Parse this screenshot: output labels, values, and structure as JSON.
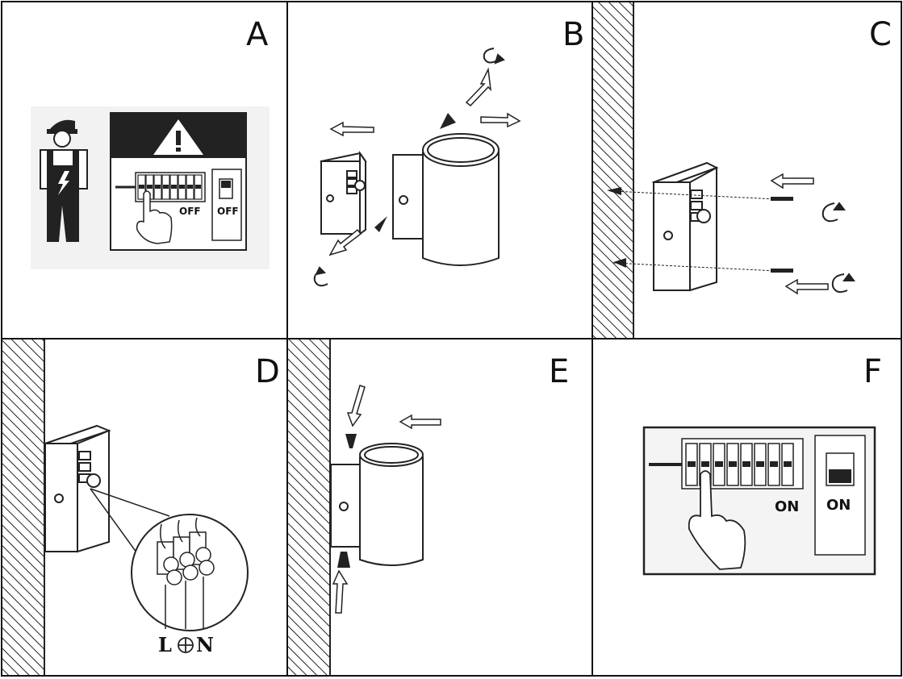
{
  "panels": {
    "a": {
      "letter": "A",
      "breaker_label": "OFF",
      "switch_label": "OFF"
    },
    "b": {
      "letter": "B"
    },
    "c": {
      "letter": "C"
    },
    "d": {
      "letter": "D",
      "wire_l": "L",
      "wire_n": "N"
    },
    "e": {
      "letter": "E"
    },
    "f": {
      "letter": "F",
      "breaker_label": "ON",
      "switch_label": "ON"
    }
  },
  "icons": [
    "warning-icon",
    "electrician-icon",
    "hand-icon",
    "rotate-icon",
    "arrow-icon",
    "earth-symbol-icon"
  ]
}
